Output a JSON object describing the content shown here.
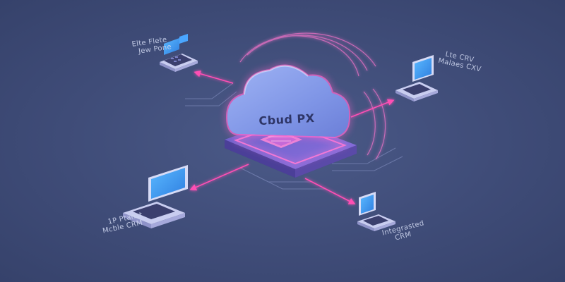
{
  "hub": {
    "label": "Cbud PX"
  },
  "devices": {
    "top_left": {
      "line1": "Elte Flete",
      "line2": "Jew Pone"
    },
    "top_right": {
      "line1": "Lte CRV",
      "line2": "Malaes CXV"
    },
    "bottom_left": {
      "line1": "1P Ptanst",
      "line2": "Mcble CRM"
    },
    "bottom_right": {
      "line1": "Integrasted",
      "line2": "CRM"
    }
  },
  "colors": {
    "background": "#3f4c78",
    "connector": "#ff4fb4",
    "cloud": "#7f95e6",
    "glow": "#ff6fd1",
    "screen": "#4aa6ff"
  }
}
